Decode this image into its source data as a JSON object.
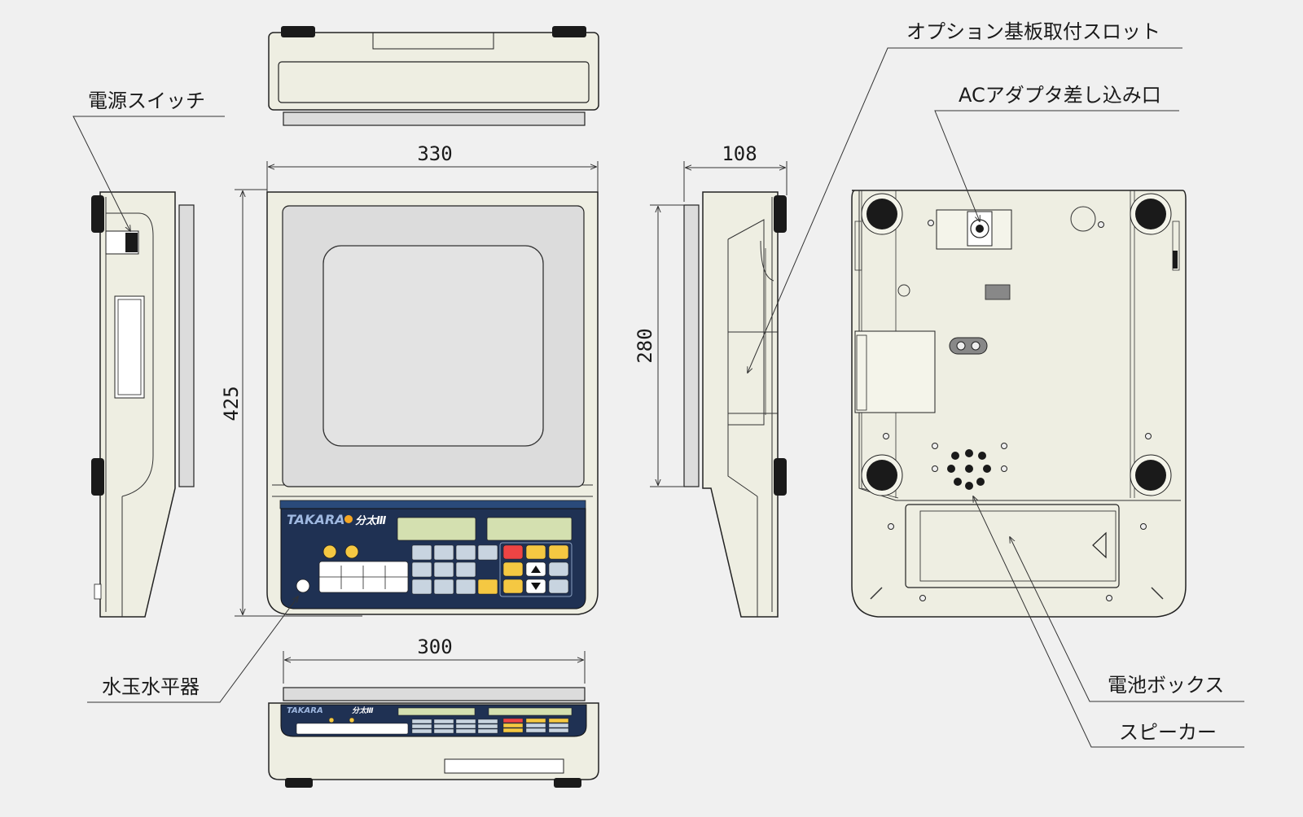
{
  "labels": {
    "power_switch": "電源スイッチ",
    "level": "水玉水平器",
    "option_slot": "オプション基板取付スロット",
    "ac_adapter": "ACアダプタ差し込み口",
    "battery_box": "電池ボックス",
    "speaker": "スピーカー"
  },
  "dimensions": {
    "width_top": "330",
    "depth_left": "425",
    "side_width": "108",
    "side_height": "280",
    "width_bottom": "300"
  },
  "panel": {
    "brand": "TAKARA",
    "model": "分太Ⅲ"
  },
  "colors": {
    "background": "#f0f0f0",
    "body": "#eeeee2",
    "pan": "#dcdcdc",
    "panel": "#1f3153",
    "lcd": "#d4e0b0",
    "key_yellow": "#f5c842",
    "key_red": "#ee4444",
    "key_gray": "#c8d4e0"
  }
}
